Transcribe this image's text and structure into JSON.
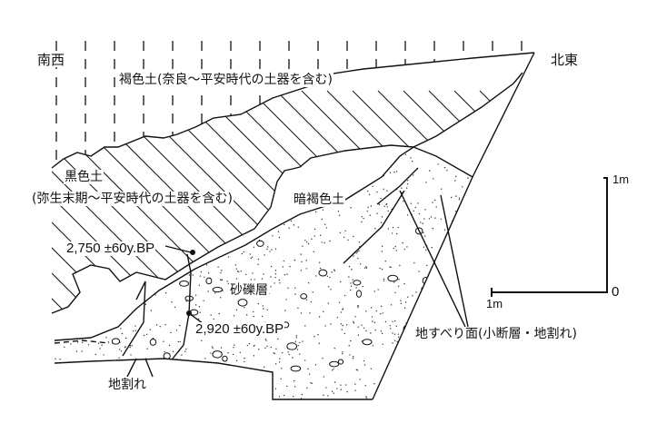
{
  "labels": {
    "southwest": "南西",
    "northeast": "北東",
    "brown_soil": "褐色土(奈良～平安時代の土器を含む)",
    "black_soil": "黒色土",
    "black_soil_note": "(弥生末期～平安時代の土器を含む)",
    "dark_brown_soil": "暗褐色土",
    "date_upper": "2,750 ±60y.BP",
    "gravel_layer": "砂礫層",
    "date_lower": "2,920 ±60y.BP",
    "landslide_surface": "地すべり面(小断層・地割れ)",
    "ground_crack": "地割れ"
  },
  "scale": {
    "top_label": "1m",
    "origin_label": "0",
    "left_label": "1m"
  }
}
